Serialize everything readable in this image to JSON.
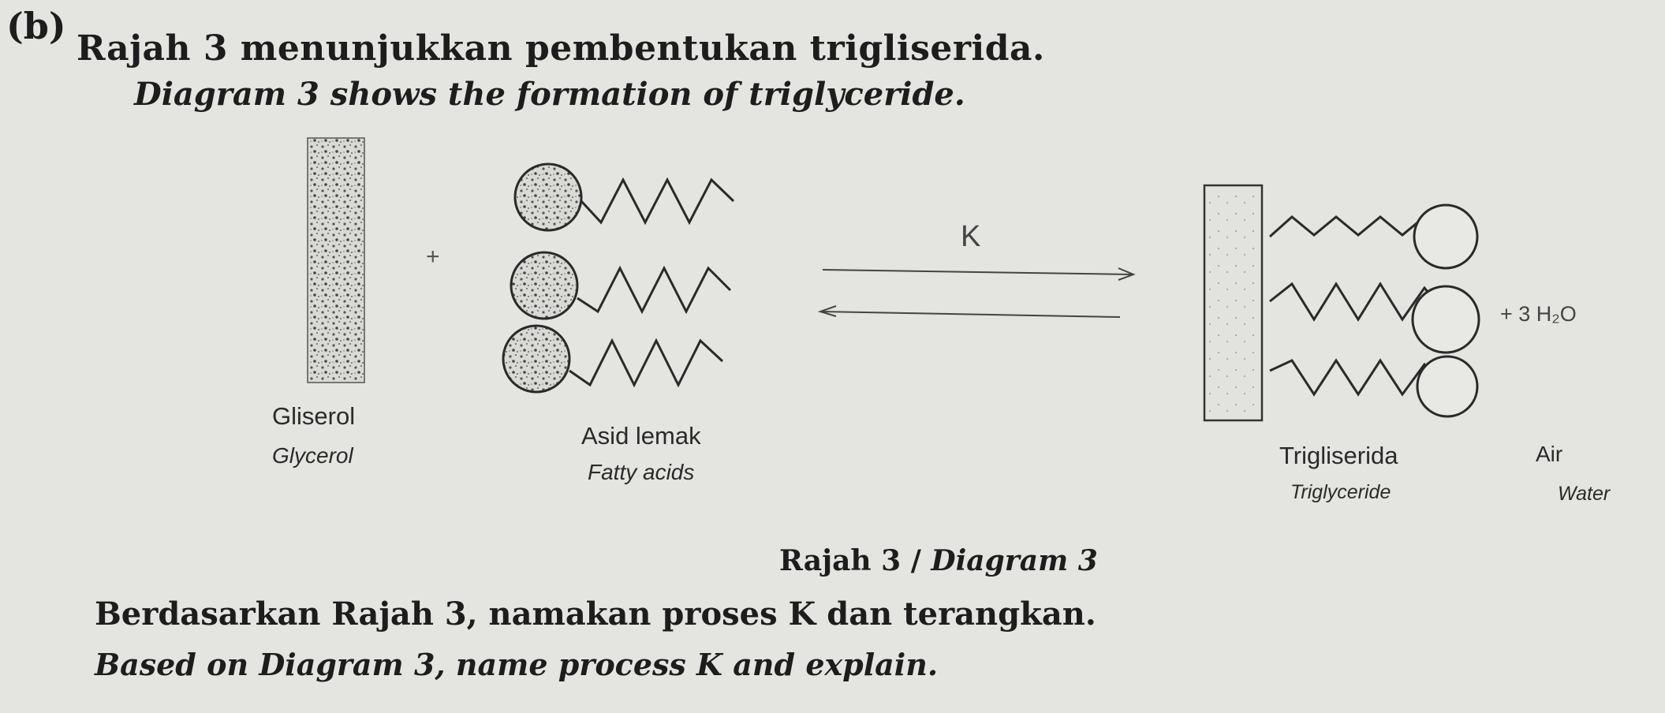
{
  "question": {
    "label": "(b)",
    "intro_malay": "Rajah 3 menunjukkan pembentukan trigliserida.",
    "intro_english": "Diagram 3 shows the formation of triglyceride."
  },
  "diagram": {
    "plus_sign": "+",
    "process_label": "K",
    "glycerol_malay": "Gliserol",
    "glycerol_english": "Glycerol",
    "fatty_acids_malay": "Asid lemak",
    "fatty_acids_english": "Fatty acids",
    "triglyceride_malay": "Trigliserida",
    "triglyceride_english": "Triglyceride",
    "water_formula": "+ 3 H₂O",
    "water_malay": "Air",
    "water_english": "Water",
    "caption_malay": "Rajah 3 /",
    "caption_english": "Diagram 3"
  },
  "prompt": {
    "malay": "Berdasarkan Rajah 3, namakan proses K dan terangkan.",
    "english": "Based on Diagram 3, name process K and explain."
  }
}
